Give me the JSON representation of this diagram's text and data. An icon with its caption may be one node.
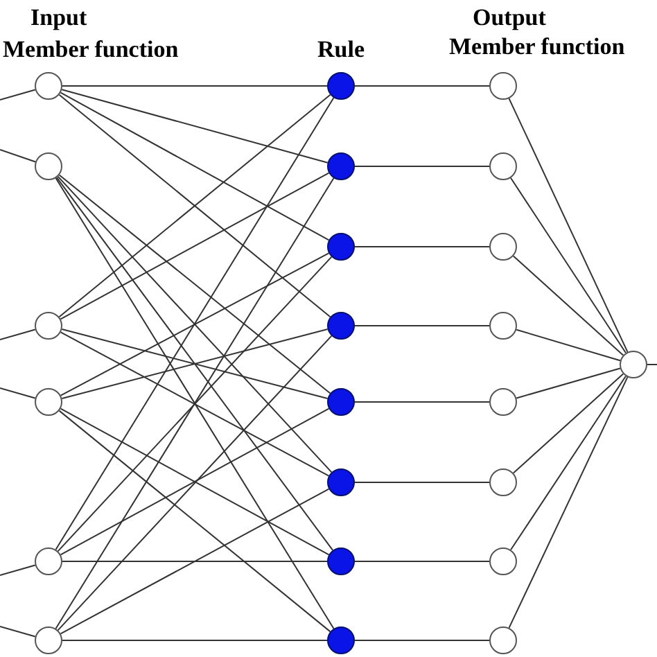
{
  "diagram": {
    "nodes": [
      {
        "text": [],
        "shape": "circle"
      },
      {
        "text": [],
        "shape": "circle"
      },
      {
        "text": [],
        "shape": "circle"
      },
      {
        "text": [],
        "shape": "circle"
      },
      {
        "text": [],
        "shape": "circle"
      },
      {
        "text": [],
        "shape": "circle"
      },
      {
        "text": [],
        "shape": "circle"
      },
      {
        "text": [],
        "shape": "circle"
      },
      {
        "text": [],
        "shape": "circle"
      },
      {
        "text": [],
        "shape": "circle"
      },
      {
        "text": [],
        "shape": "circle"
      },
      {
        "text": [],
        "shape": "circle"
      },
      {
        "text": [],
        "shape": "circle"
      },
      {
        "text": [],
        "shape": "circle"
      },
      {
        "text": [],
        "shape": "circle"
      },
      {
        "text": [],
        "shape": "circle"
      },
      {
        "text": [],
        "shape": "circle"
      },
      {
        "text": [],
        "shape": "circle"
      },
      {
        "text": [],
        "shape": "circle"
      },
      {
        "text": [],
        "shape": "circle"
      },
      {
        "text": [],
        "shape": "circle"
      },
      {
        "text": [],
        "shape": "circle"
      },
      {
        "text": [],
        "shape": "circle"
      }
    ],
    "edges": [
      {
        "from": null,
        "to": 0,
        "arrow": "none"
      },
      {
        "from": null,
        "to": 1,
        "arrow": "none"
      },
      {
        "from": null,
        "to": 2,
        "arrow": "none"
      },
      {
        "from": null,
        "to": 3,
        "arrow": "none"
      },
      {
        "from": null,
        "to": 4,
        "arrow": "none"
      },
      {
        "from": null,
        "to": 5,
        "arrow": "none"
      },
      {
        "from": 0,
        "to": 6,
        "arrow": "none"
      },
      {
        "from": 0,
        "to": 7,
        "arrow": "none"
      },
      {
        "from": 0,
        "to": 8,
        "arrow": "none"
      },
      {
        "from": 0,
        "to": 9,
        "arrow": "none"
      },
      {
        "from": 1,
        "to": 10,
        "arrow": "none"
      },
      {
        "from": 1,
        "to": 11,
        "arrow": "none"
      },
      {
        "from": 1,
        "to": 12,
        "arrow": "none"
      },
      {
        "from": 1,
        "to": 13,
        "arrow": "none"
      },
      {
        "from": 2,
        "to": 6,
        "arrow": "none"
      },
      {
        "from": 2,
        "to": 7,
        "arrow": "none"
      },
      {
        "from": 2,
        "to": 10,
        "arrow": "none"
      },
      {
        "from": 2,
        "to": 11,
        "arrow": "none"
      },
      {
        "from": 3,
        "to": 8,
        "arrow": "none"
      },
      {
        "from": 3,
        "to": 9,
        "arrow": "none"
      },
      {
        "from": 3,
        "to": 12,
        "arrow": "none"
      },
      {
        "from": 3,
        "to": 13,
        "arrow": "none"
      },
      {
        "from": 4,
        "to": 6,
        "arrow": "none"
      },
      {
        "from": 4,
        "to": 8,
        "arrow": "none"
      },
      {
        "from": 4,
        "to": 10,
        "arrow": "none"
      },
      {
        "from": 4,
        "to": 12,
        "arrow": "none"
      },
      {
        "from": 5,
        "to": 7,
        "arrow": "none"
      },
      {
        "from": 5,
        "to": 9,
        "arrow": "none"
      },
      {
        "from": 5,
        "to": 11,
        "arrow": "none"
      },
      {
        "from": 5,
        "to": 13,
        "arrow": "none"
      },
      {
        "from": 6,
        "to": 14,
        "arrow": "none"
      },
      {
        "from": 7,
        "to": 15,
        "arrow": "none"
      },
      {
        "from": 8,
        "to": 16,
        "arrow": "none"
      },
      {
        "from": 9,
        "to": 17,
        "arrow": "none"
      },
      {
        "from": 10,
        "to": 18,
        "arrow": "none"
      },
      {
        "from": 11,
        "to": 19,
        "arrow": "none"
      },
      {
        "from": 12,
        "to": 20,
        "arrow": "none"
      },
      {
        "from": 13,
        "to": 21,
        "arrow": "none"
      },
      {
        "from": 14,
        "to": 22,
        "arrow": "none"
      },
      {
        "from": 15,
        "to": 22,
        "arrow": "none"
      },
      {
        "from": 16,
        "to": 22,
        "arrow": "none"
      },
      {
        "from": 17,
        "to": 22,
        "arrow": "none"
      },
      {
        "from": 18,
        "to": 22,
        "arrow": "none"
      },
      {
        "from": 19,
        "to": 22,
        "arrow": "none"
      },
      {
        "from": 20,
        "to": 22,
        "arrow": "none"
      },
      {
        "from": 21,
        "to": 22,
        "arrow": "none"
      },
      {
        "from": 22,
        "to": null,
        "arrow": "none"
      }
    ],
    "labels": [
      "Input",
      "Member function",
      "Rule",
      "Output",
      "Member function"
    ]
  }
}
